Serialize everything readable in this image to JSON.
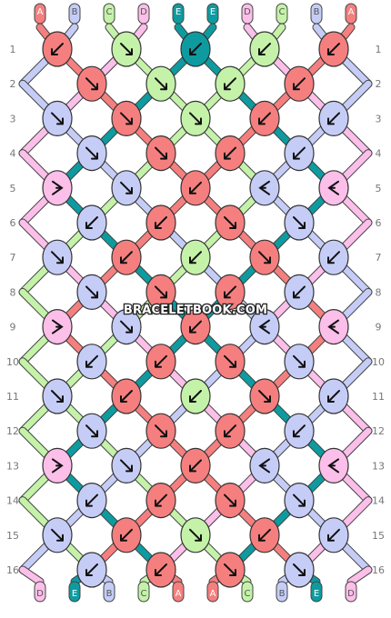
{
  "watermark": "BRACELETBOOK.COM",
  "colors": {
    "A": "#f57f7f",
    "B": "#c5cdf7",
    "C": "#c4f2a9",
    "D": "#fbbfe9",
    "E": "#0e9ba0"
  },
  "strings_top": [
    "A",
    "B",
    "C",
    "D",
    "E",
    "E",
    "D",
    "C",
    "B",
    "A"
  ],
  "strings_bottom": [
    "D",
    "E",
    "B",
    "C",
    "A",
    "A",
    "C",
    "B",
    "E",
    "D"
  ],
  "row_numbers": [
    "1",
    "2",
    "3",
    "4",
    "5",
    "6",
    "7",
    "8",
    "9",
    "10",
    "11",
    "12",
    "13",
    "14",
    "15",
    "16"
  ],
  "knots": [
    [
      [
        "A",
        "bl"
      ],
      [
        "C",
        "br"
      ],
      [
        "E",
        "bl"
      ],
      [
        "C",
        "bl"
      ],
      [
        "A",
        "bl"
      ]
    ],
    [
      [
        "A",
        "br"
      ],
      [
        "C",
        "br"
      ],
      [
        "C",
        "bl"
      ],
      [
        "A",
        "bl"
      ]
    ],
    [
      [
        "B",
        "br"
      ],
      [
        "A",
        "br"
      ],
      [
        "C",
        "br"
      ],
      [
        "A",
        "bl"
      ],
      [
        "B",
        "bl"
      ]
    ],
    [
      [
        "B",
        "br"
      ],
      [
        "A",
        "br"
      ],
      [
        "A",
        "bl"
      ],
      [
        "B",
        "bl"
      ]
    ],
    [
      [
        "D",
        "fr"
      ],
      [
        "B",
        "br"
      ],
      [
        "A",
        "bl"
      ],
      [
        "B",
        "fl"
      ],
      [
        "D",
        "fl"
      ]
    ],
    [
      [
        "B",
        "bl"
      ],
      [
        "A",
        "bl"
      ],
      [
        "A",
        "br"
      ],
      [
        "B",
        "br"
      ]
    ],
    [
      [
        "B",
        "br"
      ],
      [
        "A",
        "bl"
      ],
      [
        "C",
        "bl"
      ],
      [
        "A",
        "br"
      ],
      [
        "B",
        "bl"
      ]
    ],
    [
      [
        "B",
        "br"
      ],
      [
        "A",
        "br"
      ],
      [
        "A",
        "bl"
      ],
      [
        "B",
        "bl"
      ]
    ],
    [
      [
        "D",
        "fr"
      ],
      [
        "B",
        "br"
      ],
      [
        "A",
        "bl"
      ],
      [
        "B",
        "fl"
      ],
      [
        "D",
        "fl"
      ]
    ],
    [
      [
        "B",
        "bl"
      ],
      [
        "A",
        "bl"
      ],
      [
        "A",
        "br"
      ],
      [
        "B",
        "br"
      ]
    ],
    [
      [
        "B",
        "br"
      ],
      [
        "A",
        "bl"
      ],
      [
        "C",
        "bl"
      ],
      [
        "A",
        "br"
      ],
      [
        "B",
        "bl"
      ]
    ],
    [
      [
        "B",
        "br"
      ],
      [
        "A",
        "br"
      ],
      [
        "A",
        "bl"
      ],
      [
        "B",
        "bl"
      ]
    ],
    [
      [
        "D",
        "fr"
      ],
      [
        "B",
        "br"
      ],
      [
        "A",
        "bl"
      ],
      [
        "B",
        "fl"
      ],
      [
        "D",
        "fl"
      ]
    ],
    [
      [
        "B",
        "bl"
      ],
      [
        "A",
        "bl"
      ],
      [
        "A",
        "br"
      ],
      [
        "B",
        "br"
      ]
    ],
    [
      [
        "B",
        "br"
      ],
      [
        "A",
        "bl"
      ],
      [
        "C",
        "br"
      ],
      [
        "A",
        "bl"
      ],
      [
        "B",
        "bl"
      ]
    ],
    [
      [
        "B",
        "bl"
      ],
      [
        "A",
        "bl"
      ],
      [
        "A",
        "br"
      ],
      [
        "B",
        "br"
      ]
    ]
  ]
}
